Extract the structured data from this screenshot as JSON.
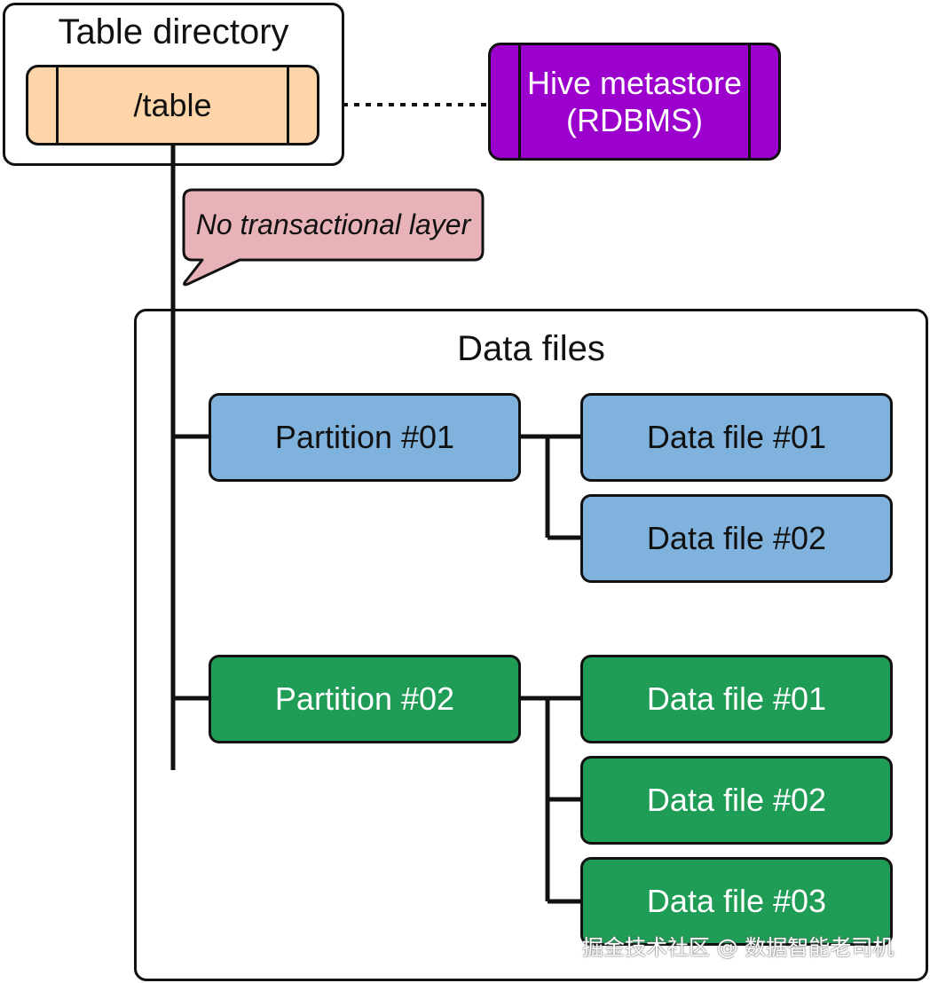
{
  "table_directory": {
    "title": "Table directory",
    "path": "/table"
  },
  "metastore": {
    "line1": "Hive metastore",
    "line2": "(RDBMS)"
  },
  "callout": "No transactional layer",
  "data_files_panel": {
    "title": "Data files",
    "partitions": [
      {
        "label": "Partition #01",
        "files": [
          "Data file #01",
          "Data file #02"
        ]
      },
      {
        "label": "Partition #02",
        "files": [
          "Data file #01",
          "Data file #02",
          "Data file #03"
        ]
      }
    ]
  },
  "watermark": "掘金技术社区 @ 数据智能老司机",
  "colors": {
    "table_path_fill": "#fdd5a8",
    "metastore_fill": "#9b00cc",
    "callout_fill": "#e8b3b8",
    "partition_1_fill": "#7fb2dc",
    "partition_2_fill": "#1f9c55"
  }
}
